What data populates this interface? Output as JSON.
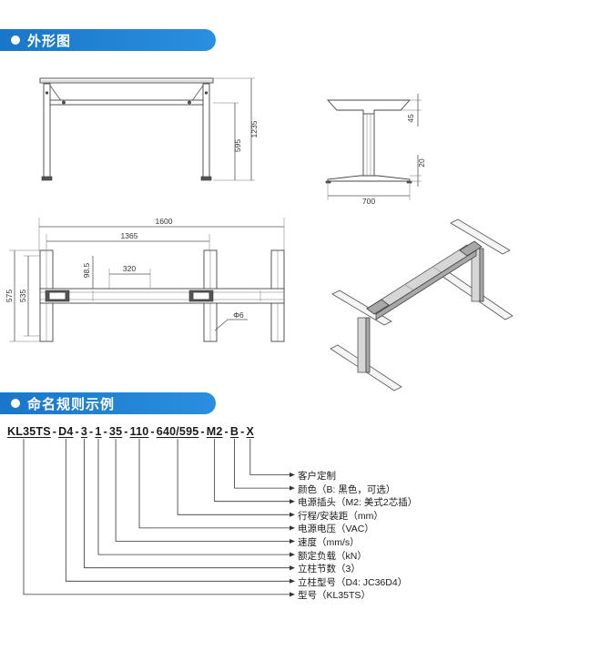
{
  "sections": {
    "outline": {
      "title": "外形图"
    },
    "naming": {
      "title": "命名规则示例"
    }
  },
  "dimensions": {
    "front": {
      "height_inner": "595",
      "height_outer": "1235"
    },
    "side": {
      "top": "45",
      "bottom": "20",
      "width": "700"
    },
    "top": {
      "total": "1600",
      "inner": "1365",
      "beam": "320",
      "offset": "98.5",
      "depth_outer": "575",
      "depth_inner": "535",
      "hole": "Φ6"
    }
  },
  "model_code": {
    "segments": [
      "KL35TS",
      "D4",
      "3",
      "1",
      "35",
      "110",
      "640/595",
      "M2",
      "B",
      "X"
    ],
    "separator": "-"
  },
  "legend": [
    "客户定制",
    "颜色（B: 黑色，可选）",
    "电源插头（M2: 美式2芯插）",
    "行程/安装距（mm）",
    "电源电压（VAC）",
    "速度（mm/s）",
    "额定负载（kN）",
    "立柱节数（3）",
    "立柱型号（D4: JC36D4）",
    "型号（KL35TS）"
  ]
}
